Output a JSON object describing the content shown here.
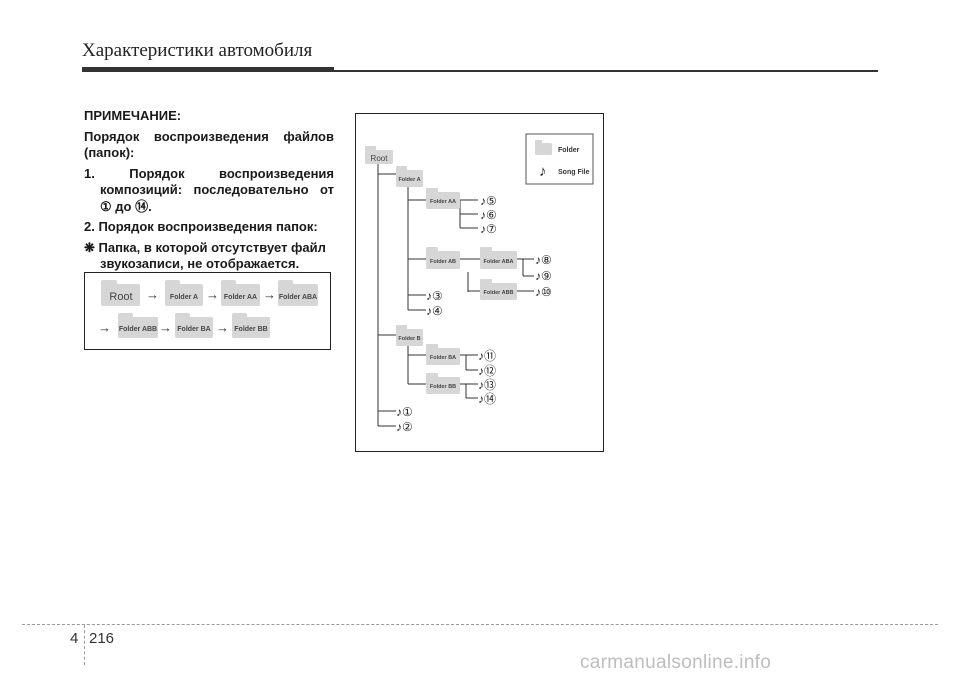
{
  "header": {
    "title": "Характеристики автомобиля"
  },
  "note": {
    "heading": "ПРИМЕЧАНИЕ:",
    "intro": "Порядок воспроизведения файлов (папок):",
    "item1_a": "1. Порядок воспроизведения",
    "item1_b": "композиций: последовательно от",
    "item1_c": "① до ⑭.",
    "item2": "2. Порядок воспроизведения папок:",
    "asterisk_a": "❋ Папка, в которой отсутствует файл",
    "asterisk_b": "звукозаписи, не отображается."
  },
  "sequence": {
    "arrow": "→",
    "items": [
      "Root",
      "Folder A",
      "Folder AA",
      "Folder ABA",
      "Folder ABB",
      "Folder BA",
      "Folder BB"
    ]
  },
  "tree": {
    "folders": {
      "root": "Root",
      "a": "Folder A",
      "aa": "Folder AA",
      "ab": "Folder AB",
      "aba": "Folder ABA",
      "abb": "Folder ABB",
      "b": "Folder B",
      "ba": "Folder BA",
      "bb": "Folder BB"
    },
    "songs": [
      "♪①",
      "♪②",
      "♪③",
      "♪④",
      "♪⑤",
      "♪⑥",
      "♪⑦",
      "♪⑧",
      "♪⑨",
      "♪⑩",
      "♪⑪",
      "♪⑫",
      "♪⑬",
      "♪⑭"
    ],
    "legend": {
      "folder": "Folder",
      "song": "Song File",
      "note_symbol": "♪"
    }
  },
  "footer": {
    "chapter": "4",
    "page": "216",
    "watermark": "carmanualsonline.info"
  },
  "colors": {
    "folder_fill": "#d6d6d6",
    "folder_text": "#444444",
    "line": "#333333"
  }
}
